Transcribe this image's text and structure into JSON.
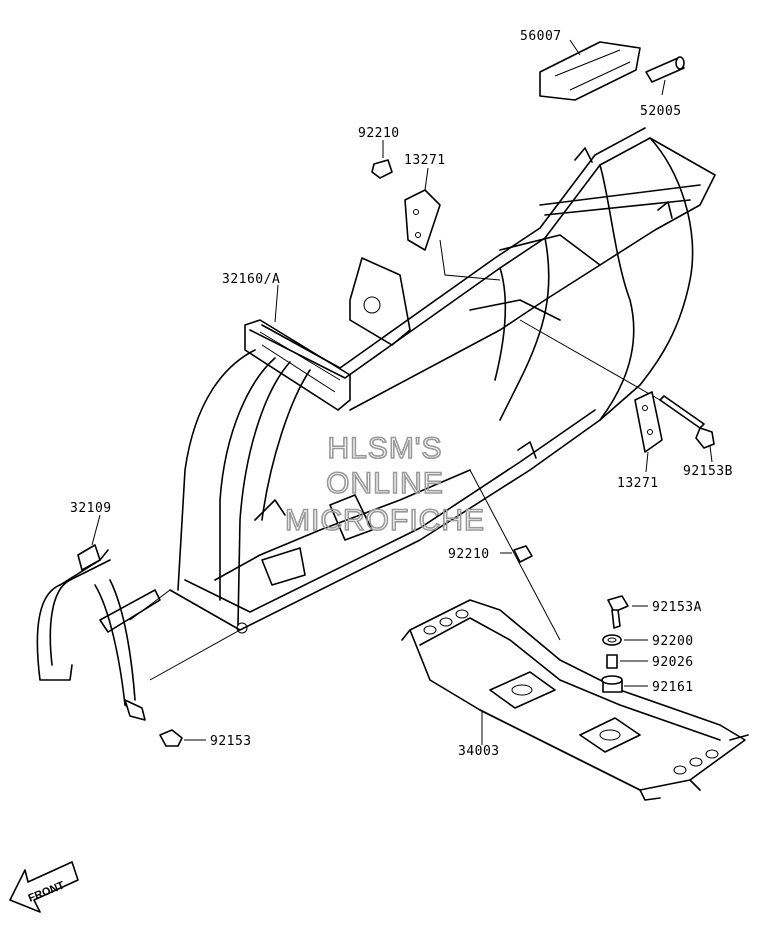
{
  "diagram": {
    "watermark": [
      "HLSM'S",
      "ONLINE",
      "MICROFICHE"
    ],
    "front_label": "FRONT",
    "parts": [
      {
        "id": "56007",
        "label": "56007"
      },
      {
        "id": "52005",
        "label": "52005"
      },
      {
        "id": "92210-top",
        "label": "92210"
      },
      {
        "id": "13271-top",
        "label": "13271"
      },
      {
        "id": "32160A",
        "label": "32160/A"
      },
      {
        "id": "13271-right",
        "label": "13271"
      },
      {
        "id": "92153B",
        "label": "92153B"
      },
      {
        "id": "32109",
        "label": "32109"
      },
      {
        "id": "92210-mid",
        "label": "92210"
      },
      {
        "id": "92153A",
        "label": "92153A"
      },
      {
        "id": "92200",
        "label": "92200"
      },
      {
        "id": "92026",
        "label": "92026"
      },
      {
        "id": "92161",
        "label": "92161"
      },
      {
        "id": "34003",
        "label": "34003"
      },
      {
        "id": "92153",
        "label": "92153"
      }
    ]
  }
}
